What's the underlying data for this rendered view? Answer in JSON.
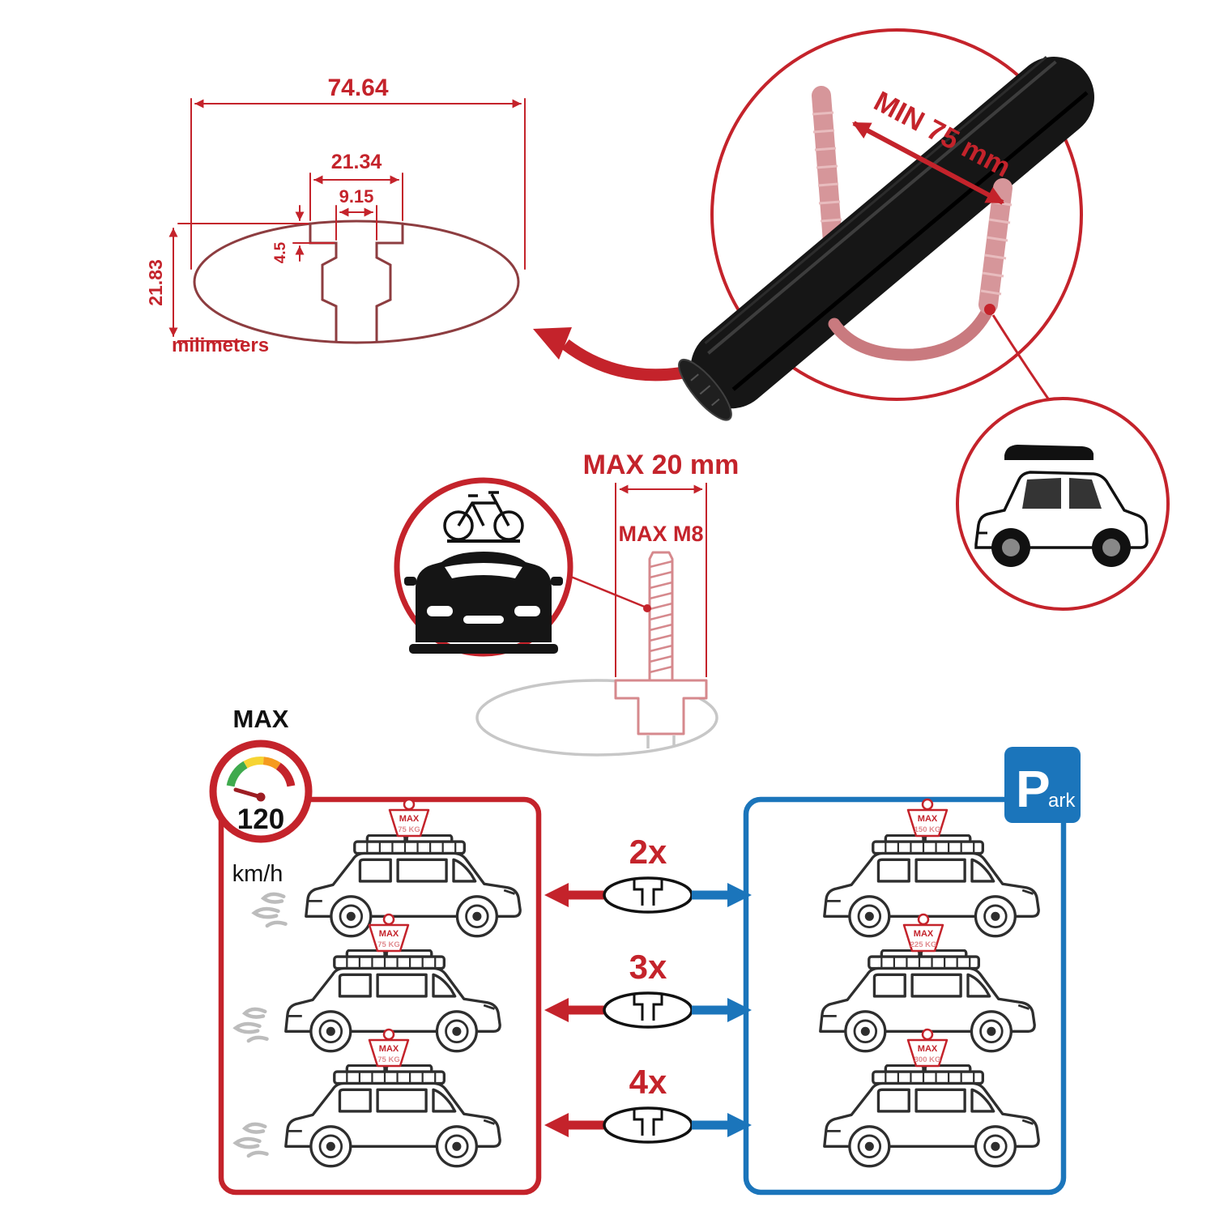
{
  "colors": {
    "accent_red": "#c4232b",
    "accent_blue": "#1b75bb",
    "profile_maroon": "#8d3d40",
    "light_red": "#d6898d",
    "profile_gray": "#c7c7c7",
    "bar_black": "#161616",
    "gauge_segments": [
      "#3faa4e",
      "#f6d433",
      "#f59a1e",
      "#c4232b"
    ]
  },
  "profile_dimensions": {
    "total_width": "74.64",
    "slot_outer_width": "21.34",
    "slot_inner_width": "9.15",
    "slot_depth": "4.5",
    "total_height": "21.83",
    "units": "milimeters"
  },
  "crossbar_view": {
    "min_span": "MIN 75 mm"
  },
  "bolt": {
    "max_width": "MAX 20 mm",
    "max_thread": "MAX M8"
  },
  "speed_limit": {
    "label": "MAX",
    "value": "120",
    "unit": "km/h"
  },
  "park_sign": {
    "initial": "P",
    "rest": "ark"
  },
  "comparison": {
    "rows": [
      {
        "multiplier": "2x",
        "left_tag_label": "MAX",
        "left_tag_value": "75 KG",
        "right_tag_label": "MAX",
        "right_tag_value": "150 KG"
      },
      {
        "multiplier": "3x",
        "left_tag_label": "MAX",
        "left_tag_value": "75 KG",
        "right_tag_label": "MAX",
        "right_tag_value": "225 KG"
      },
      {
        "multiplier": "4x",
        "left_tag_label": "MAX",
        "left_tag_value": "75 KG",
        "right_tag_label": "MAX",
        "right_tag_value": "300 KG"
      }
    ]
  }
}
